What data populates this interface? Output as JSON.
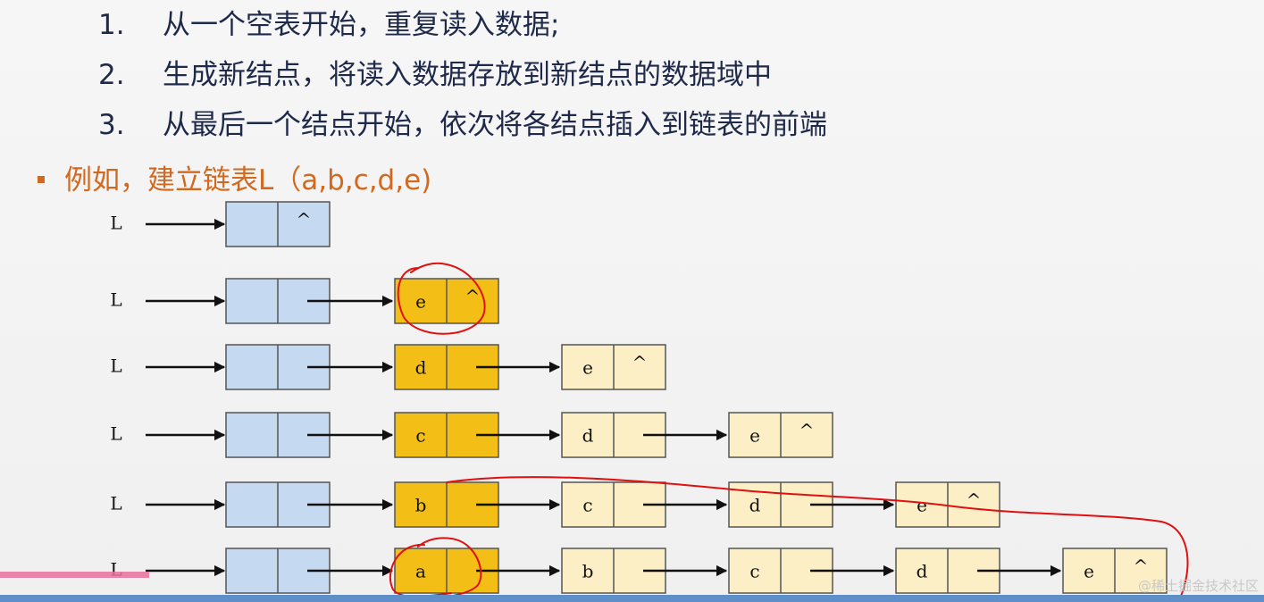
{
  "steps": [
    {
      "num": "1.",
      "text": "从一个空表开始，重复读入数据;"
    },
    {
      "num": "2.",
      "text": "生成新结点，将读入数据存放到新结点的数据域中"
    },
    {
      "num": "3.",
      "text": "从最后一个结点开始，依次将各结点插入到链表的前端"
    }
  ],
  "example": "例如，建立链表L（a,b,c,d,e)",
  "head_label": "L",
  "null_symbol": "^",
  "rows": [
    [
      "empty"
    ],
    [
      "head",
      "e"
    ],
    [
      "head",
      "d",
      "e"
    ],
    [
      "head",
      "c",
      "d",
      "e"
    ],
    [
      "head",
      "b",
      "c",
      "d",
      "e"
    ],
    [
      "head",
      "a",
      "b",
      "c",
      "d",
      "e"
    ]
  ],
  "colors": {
    "head_fill": "#c5d9f1",
    "new_node_fill": "#f3bf17",
    "node_fill": "#fcefc6",
    "annotation": "#e01010",
    "step_text": "#1f2a4a",
    "example_text": "#d2691e"
  },
  "video_progress": 0.118,
  "watermark": "@稀土掘金技术社区"
}
